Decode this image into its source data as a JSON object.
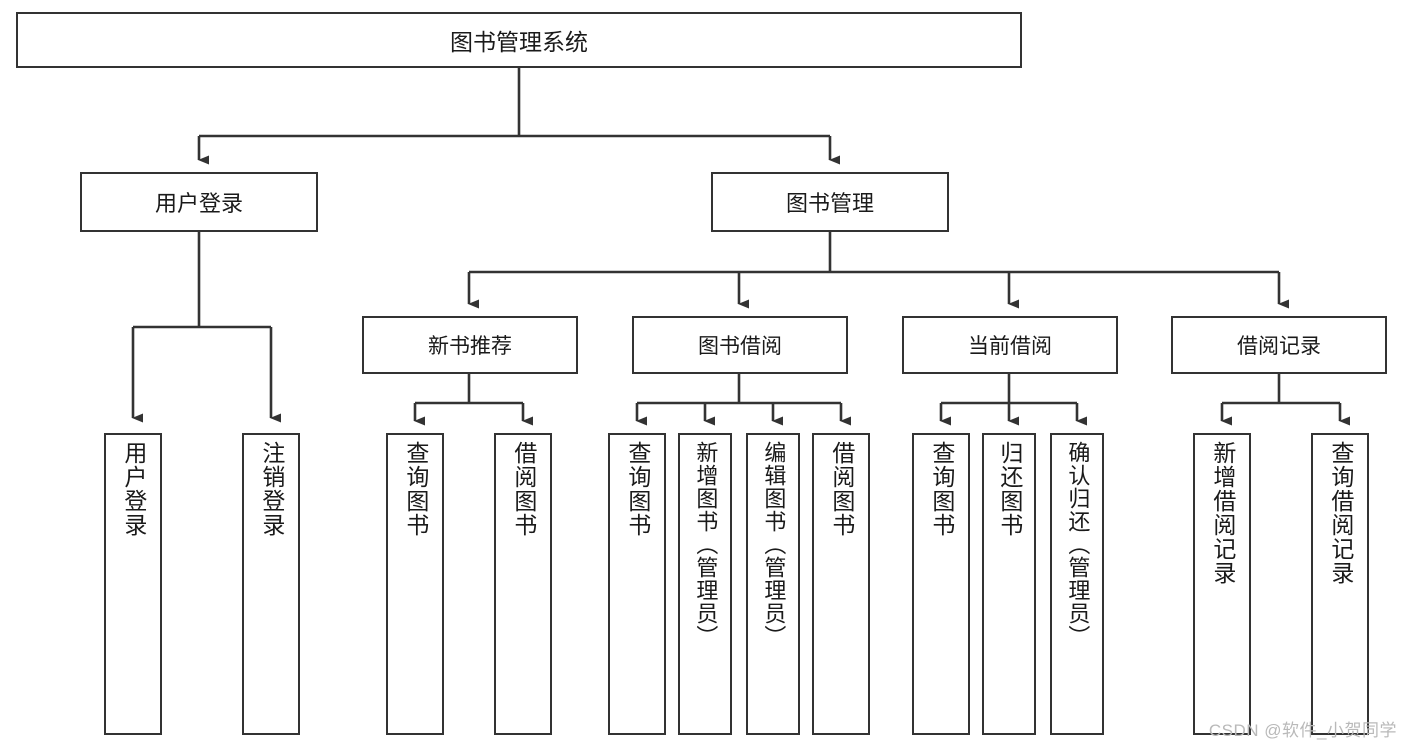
{
  "diagram": {
    "type": "tree",
    "title": "图书管理系统",
    "watermark": "CSDN @软件_小贺同学",
    "colors": {
      "stroke": "#333333",
      "background": "#ffffff",
      "text": "#1a1a1a",
      "watermark": "#b9b9b9"
    },
    "nodes": {
      "root": {
        "label": "图书管理系统"
      },
      "level1": [
        {
          "label": "用户登录"
        },
        {
          "label": "图书管理"
        }
      ],
      "level2": [
        {
          "label": "新书推荐"
        },
        {
          "label": "图书借阅"
        },
        {
          "label": "当前借阅"
        },
        {
          "label": "借阅记录"
        }
      ],
      "leaves": {
        "user_login": [
          {
            "label": "用户登录"
          },
          {
            "label": "注销登录"
          }
        ],
        "new_book": [
          {
            "label": "查询图书"
          },
          {
            "label": "借阅图书"
          }
        ],
        "book_borrow": [
          {
            "label": "查询图书"
          },
          {
            "label": "新增图书（管理员）"
          },
          {
            "label": "编辑图书（管理员）"
          },
          {
            "label": "借阅图书"
          }
        ],
        "current_borrow": [
          {
            "label": "查询图书"
          },
          {
            "label": "归还图书"
          },
          {
            "label": "确认归还（管理员）"
          }
        ],
        "borrow_record": [
          {
            "label": "新增借阅记录"
          },
          {
            "label": "查询借阅记录"
          }
        ]
      }
    }
  }
}
